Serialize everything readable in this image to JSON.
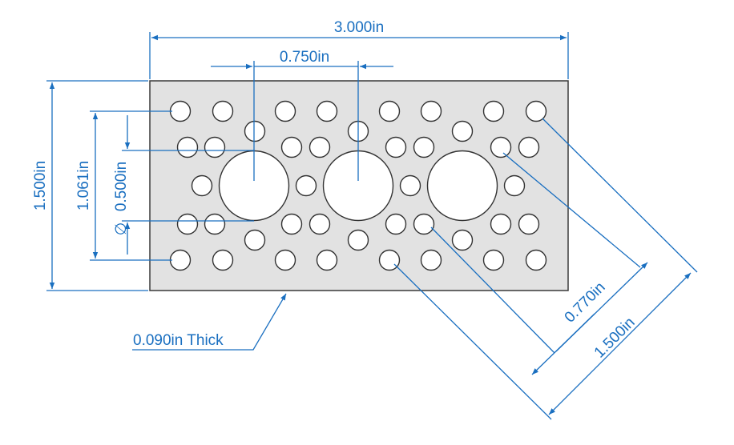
{
  "drawing": {
    "colors": {
      "dimension": "#1a6fc0",
      "plate_fill": "#e2e2e2",
      "plate_stroke": "#3a3a3a",
      "hole_fill": "#ffffff"
    },
    "labels": {
      "overall_width": "3.000in",
      "center_spacing": "0.750in",
      "overall_height": "1.500in",
      "row_spacing": "1.061in",
      "large_hole_diameter": "0.500in",
      "diameter_symbol": "∅",
      "thickness": "0.090in Thick",
      "diagonal_spacing": "0.770in",
      "diagonal_overall": "1.500in"
    }
  }
}
